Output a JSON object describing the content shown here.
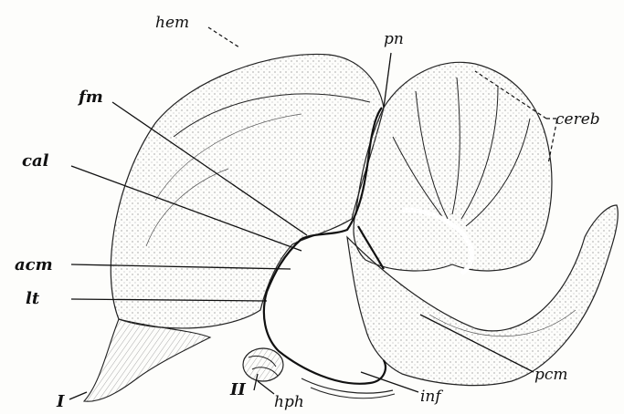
{
  "figure": {
    "labels": {
      "hem": "hem",
      "pn": "pn",
      "cereb": "cereb",
      "fm": "fm",
      "cal": "cal",
      "acm": "acm",
      "lt": "lt",
      "pcm": "pcm",
      "inf": "inf",
      "hph": "hph",
      "II": "II",
      "I": "I"
    }
  }
}
